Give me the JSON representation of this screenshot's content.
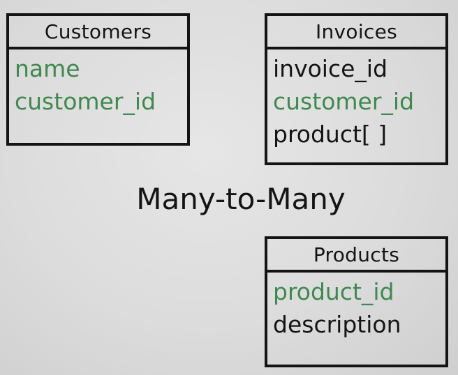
{
  "relationship_label": "Many-to-Many",
  "colors": {
    "key_field": "#3e8a4e",
    "plain_field": "#141414",
    "border": "#141414"
  },
  "tables": [
    {
      "title": "Customers",
      "fields": [
        {
          "name": "name",
          "style": "key"
        },
        {
          "name": "customer_id",
          "style": "key"
        }
      ]
    },
    {
      "title": "Invoices",
      "fields": [
        {
          "name": "invoice_id",
          "style": "plain"
        },
        {
          "name": "customer_id",
          "style": "key"
        },
        {
          "name": "product[ ]",
          "style": "plain"
        }
      ]
    },
    {
      "title": "Products",
      "fields": [
        {
          "name": "product_id",
          "style": "key"
        },
        {
          "name": "description",
          "style": "plain"
        }
      ]
    }
  ]
}
